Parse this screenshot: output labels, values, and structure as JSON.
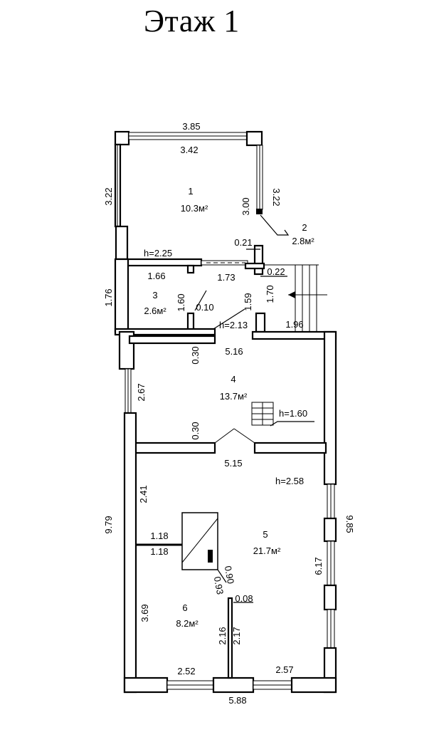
{
  "title": "Этаж 1",
  "rooms": [
    {
      "number": "1",
      "area": "10.3м²"
    },
    {
      "number": "2",
      "area": "2.8м²"
    },
    {
      "number": "3",
      "area": "2.6м²"
    },
    {
      "number": "4",
      "area": "13.7м²"
    },
    {
      "number": "5",
      "area": "21.7м²"
    },
    {
      "number": "6",
      "area": "8.2м²"
    }
  ],
  "heights": {
    "room1": "h=2.25",
    "corridor": "h=2.13",
    "stair": "h=1.60",
    "room5": "h=2.58"
  },
  "dimensions": {
    "top_outer": "3.85",
    "top_inner": "3.42",
    "left_room1": "3.22",
    "right_room1_a": "3.00",
    "right_room1_b": "3.22",
    "small_021": "0.21",
    "small_022": "0.22",
    "w166": "1.66",
    "w173": "1.73",
    "h176": "1.76",
    "h160": "1.60",
    "w010": "0.10",
    "h159": "1.59",
    "h170": "1.70",
    "w196": "1.96",
    "h030_top": "0.30",
    "w516": "5.16",
    "h267": "2.67",
    "h030_mid": "0.30",
    "w515": "5.15",
    "h241": "2.41",
    "h979": "9.79",
    "w118_a": "1.18",
    "w118_b": "1.18",
    "d090": "0.90",
    "d093": "0.93",
    "h985": "9.85",
    "h617": "6.17",
    "w008": "0.08",
    "h369": "3.69",
    "h216": "2.16",
    "h217": "2.17",
    "w252": "2.52",
    "w257": "2.57",
    "w588": "5.88"
  }
}
